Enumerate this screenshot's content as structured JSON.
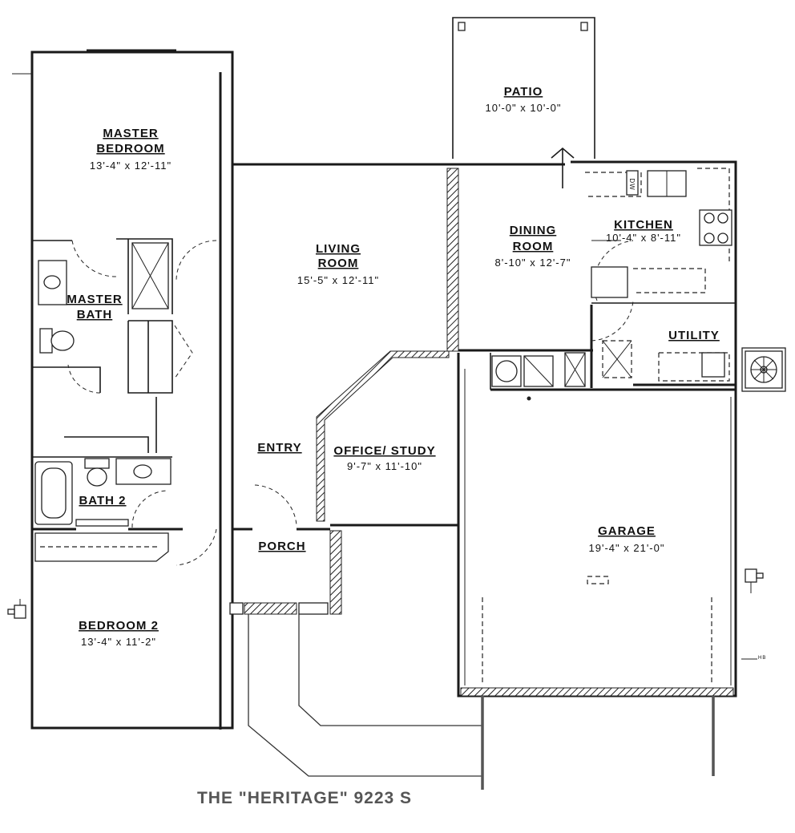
{
  "plan": {
    "title": "THE \"HERITAGE\"  9223 S",
    "rooms": {
      "patio": {
        "name": "PATIO",
        "dim": "10'-0\" x 10'-0\""
      },
      "master_bedroom": {
        "name_line1": "MASTER",
        "name_line2": "BEDROOM",
        "dim": "13'-4\" x 12'-11\""
      },
      "living_room": {
        "name_line1": "LIVING",
        "name_line2": "ROOM",
        "dim": "15'-5\" x 12'-11\""
      },
      "dining_room": {
        "name_line1": "DINING",
        "name_line2": "ROOM",
        "dim": "8'-10\" x 12'-7\""
      },
      "kitchen": {
        "name": "KITCHEN",
        "dim": "10'-4\" x 8'-11\""
      },
      "master_bath": {
        "name_line1": "MASTER",
        "name_line2": "BATH"
      },
      "utility": {
        "name": "UTILITY"
      },
      "entry": {
        "name": "ENTRY"
      },
      "office_study": {
        "name": "OFFICE/ STUDY",
        "dim": "9'-7\" x 11'-10\""
      },
      "bath2": {
        "name": "BATH 2"
      },
      "porch": {
        "name": "PORCH"
      },
      "garage": {
        "name": "GARAGE",
        "dim": "19'-4\" x 21'-0\""
      },
      "bedroom2": {
        "name": "BEDROOM 2",
        "dim": "13'-4\" x 11'-2\""
      }
    },
    "labels": {
      "dishwasher": "DW",
      "hose_bib": "HB"
    }
  }
}
